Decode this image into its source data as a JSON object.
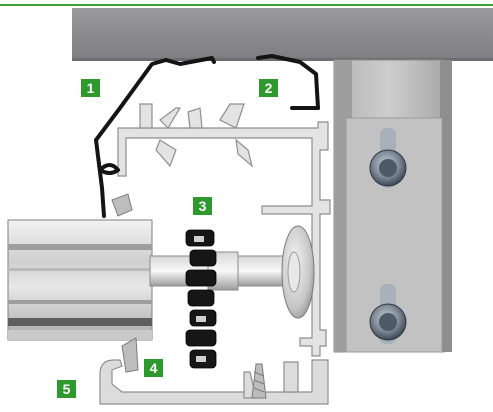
{
  "colors": {
    "accent": "#3da23a",
    "callout_bg": "#2e9a2e",
    "callout_text": "#ffffff",
    "ceiling": "#8a8a8e",
    "aluminium_light": "#e6e6e6",
    "aluminium_mid": "#c8c8c8",
    "aluminium_dark": "#9a9a9a",
    "bracket": "#bdbdbd",
    "seal": "#141414",
    "bolt": "#5a6a78"
  },
  "callouts": [
    {
      "id": "callout-1",
      "label": "1"
    },
    {
      "id": "callout-2",
      "label": "2"
    },
    {
      "id": "callout-3",
      "label": "3"
    },
    {
      "id": "callout-4",
      "label": "4"
    },
    {
      "id": "callout-5",
      "label": "5"
    }
  ]
}
